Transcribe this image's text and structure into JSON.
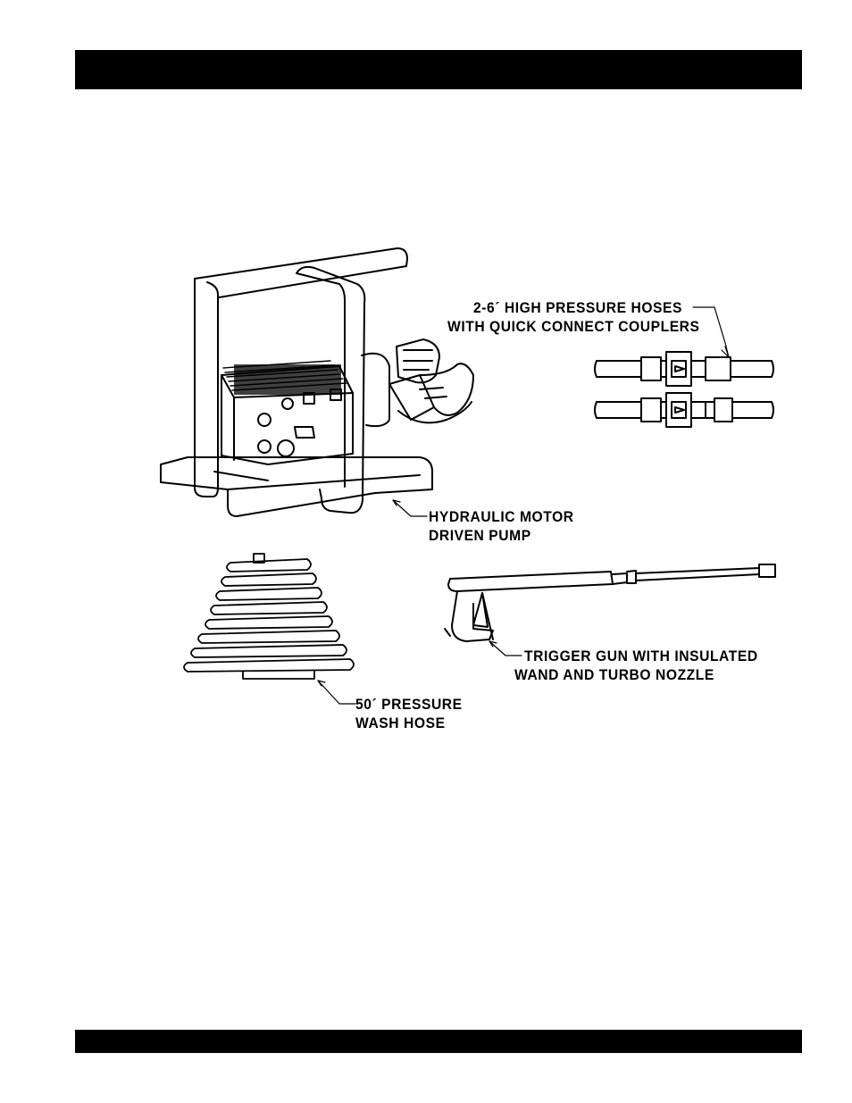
{
  "header": {
    "text": ""
  },
  "footer": {
    "text": ""
  },
  "callouts": {
    "hoses_line1": "2-6´ HIGH PRESSURE HOSES",
    "hoses_line2": "WITH QUICK CONNECT COUPLERS",
    "pump_line1": "HYDRAULIC MOTOR",
    "pump_line2": "DRIVEN PUMP",
    "gun_line1": "TRIGGER GUN WITH INSULATED",
    "gun_line2": "WAND AND TURBO NOZZLE",
    "washhose_line1": "50´ PRESSURE",
    "washhose_line2": "WASH HOSE"
  }
}
